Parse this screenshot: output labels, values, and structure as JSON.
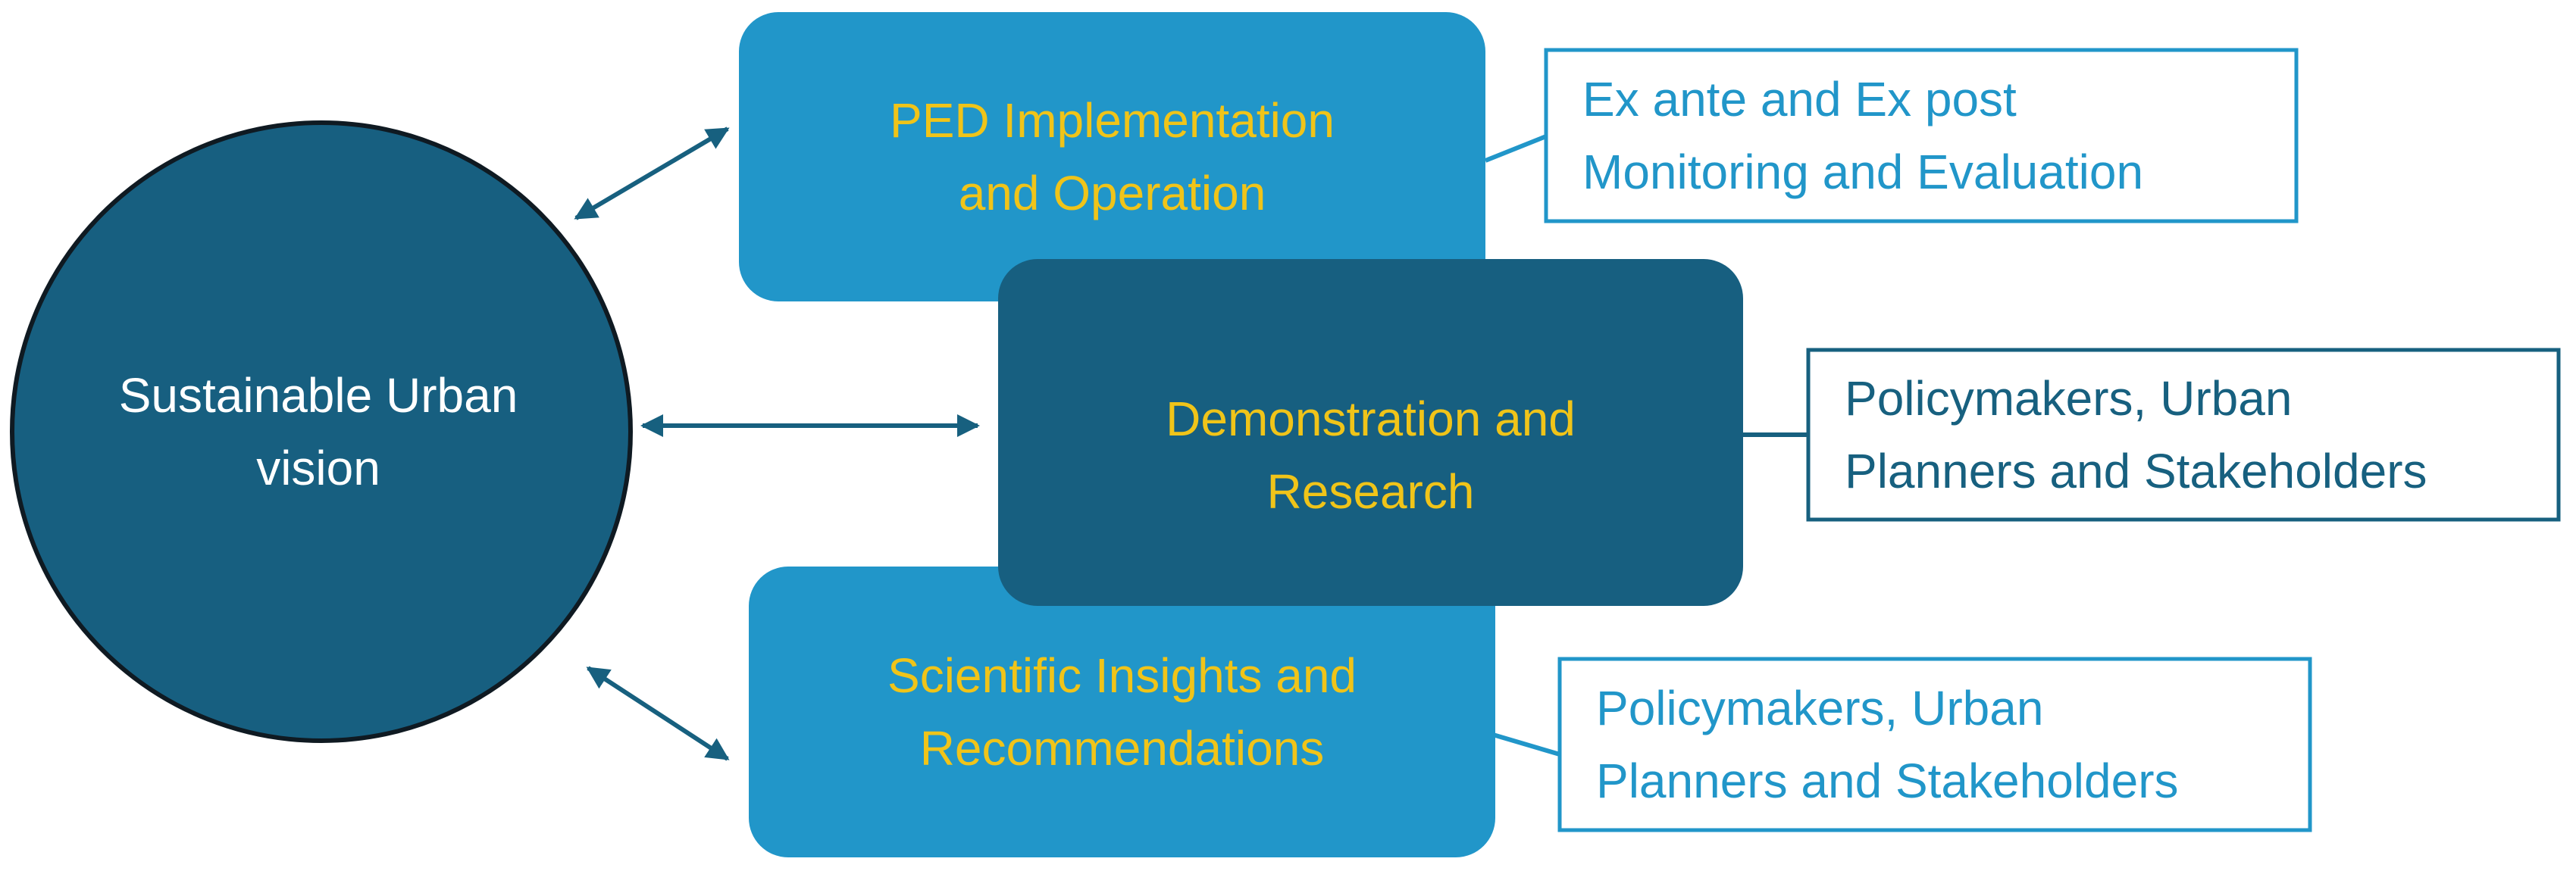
{
  "vision": {
    "lines": [
      "Sustainable Urban",
      "vision"
    ]
  },
  "boxes": [
    {
      "id": "ped",
      "lines": [
        "PED Implementation",
        "and Operation"
      ]
    },
    {
      "id": "demo",
      "lines": [
        "Demonstration and",
        "Research"
      ]
    },
    {
      "id": "sci",
      "lines": [
        "Scientific Insights and",
        "Recommendations"
      ]
    }
  ],
  "outcomes": [
    {
      "id": "monitoring",
      "lines": [
        "Ex ante and Ex post",
        "Monitoring  and Evaluation"
      ]
    },
    {
      "id": "stakeholders-demo",
      "lines": [
        "Policymakers, Urban",
        "Planners and Stakeholders"
      ]
    },
    {
      "id": "stakeholders-sci",
      "lines": [
        "Policymakers, Urban",
        "Planners and Stakeholders"
      ]
    }
  ],
  "colors": {
    "dark_navy": "#175f80",
    "bright_blue": "#2196c9",
    "gold_text": "#f0c419",
    "white": "#ffffff"
  }
}
